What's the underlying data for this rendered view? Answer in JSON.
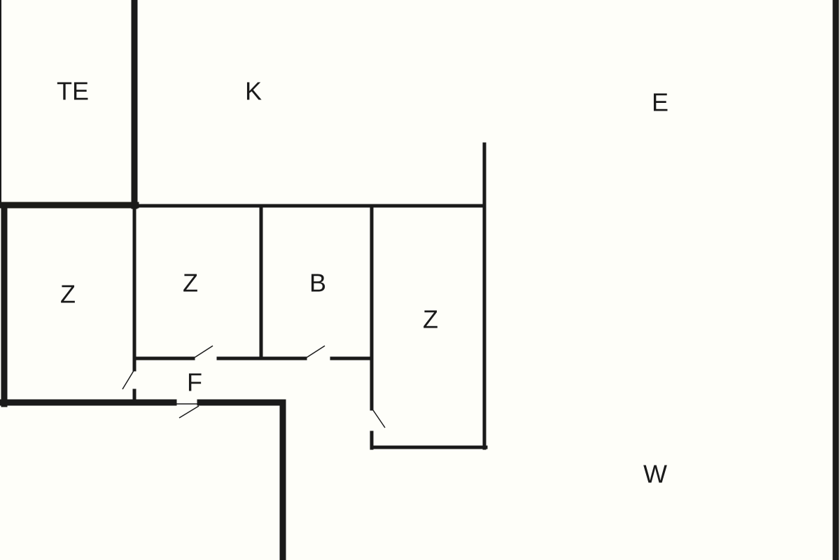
{
  "floor_plan": {
    "background": "#fefef9",
    "wall_color": "#1a1a1a",
    "rooms": {
      "te": "TE",
      "k": "K",
      "e": "E",
      "z1": "Z",
      "z2": "Z",
      "b": "B",
      "z3": "Z",
      "f": "F",
      "w": "W"
    }
  }
}
